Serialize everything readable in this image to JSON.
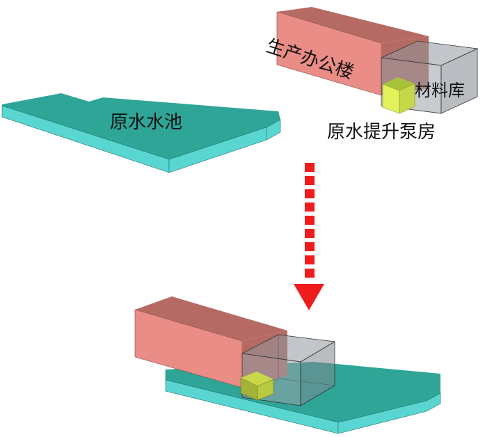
{
  "labels": {
    "pool": "原水水池",
    "office": "生产办公楼",
    "warehouse": "材料库",
    "pump_house": "原水提升泵房"
  },
  "colors": {
    "pool_top": "#2ea597",
    "pool_side": "#5ad6d2",
    "office_top": "#b56b63",
    "office_front": "#e98d86",
    "warehouse_glass": "#8f979e",
    "pump_top": "#a9c23c",
    "pump_front": "#e3f25a",
    "arrow": "#ee1c1c"
  },
  "icons": {
    "arrow": "dashed-down-arrow"
  }
}
